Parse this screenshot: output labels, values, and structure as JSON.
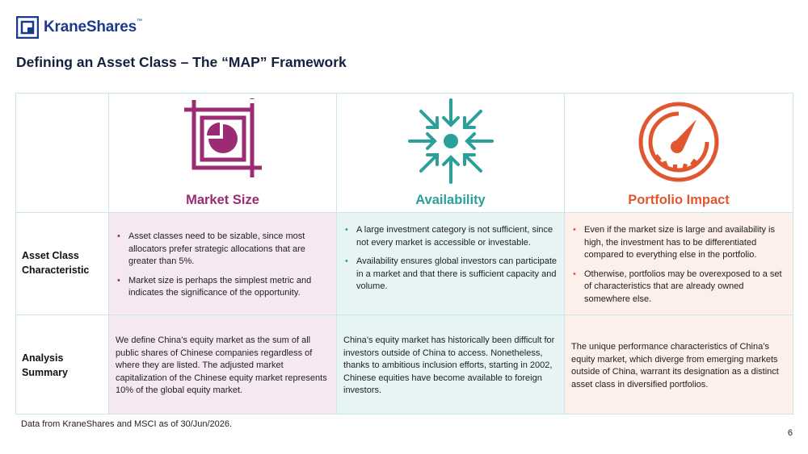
{
  "brand": {
    "name": "KraneShares",
    "trademark": "™"
  },
  "title": "Defining an Asset Class – The “MAP” Framework",
  "columns": [
    {
      "heading": "Market Size",
      "color": "#9b2b72",
      "icon": "pie-chart-frame-icon"
    },
    {
      "heading": "Availability",
      "color": "#2b9f9a",
      "icon": "converging-arrows-icon"
    },
    {
      "heading": "Portfolio Impact",
      "color": "#e2562f",
      "icon": "gauge-icon"
    }
  ],
  "rows": {
    "characteristic": {
      "label_line1": "Asset Class",
      "label_line2": "Characteristic",
      "market_size": [
        "Asset classes need to be sizable, since most allocators prefer strategic allocations that are greater than 5%.",
        "Market size is perhaps the simplest metric and indicates the significance of the opportunity."
      ],
      "availability": [
        "A large investment category is not sufficient, since not every market is accessible or investable.",
        "Availability ensures global investors can participate in a market and that there is sufficient capacity and volume."
      ],
      "portfolio_impact": [
        "Even if the market size is large and availability is high, the investment has to be differentiated compared to everything else in the portfolio.",
        "Otherwise, portfolios may be overexposed to a set of characteristics that are already owned somewhere else."
      ]
    },
    "summary": {
      "label_line1": "Analysis",
      "label_line2": "Summary",
      "market_size": "We define China’s equity market as the sum of all public shares of Chinese companies regardless of where they are listed. The adjusted market capitalization of the Chinese equity market represents 10% of the global equity market.",
      "availability": "China’s equity market has historically been difficult for investors outside of China to access. Nonetheless, thanks to ambitious inclusion efforts, starting in 2002, Chinese equities have become available to foreign investors.",
      "portfolio_impact": "The unique performance characteristics of China’s equity market, which diverge from emerging markets outside of China, warrant its designation as a distinct asset class in diversified portfolios."
    }
  },
  "colors": {
    "market_size_bg": "#f6e8f1",
    "availability_bg": "#e6f5f4",
    "portfolio_impact_bg": "#fdefe9",
    "grid_line": "#c9e6ec",
    "brand_blue": "#1b3a8c"
  },
  "footnote": "Data from KraneShares and MSCI as of 30/Jun/2026.",
  "page_number": "6"
}
